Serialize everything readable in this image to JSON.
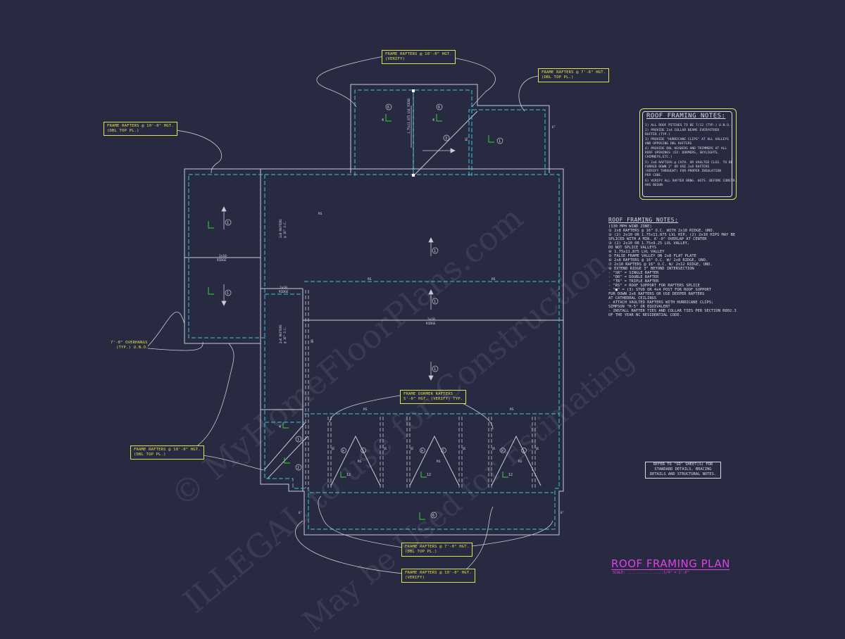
{
  "colors": {
    "background": "#272a40",
    "walls": "#c9ccd6",
    "dashed_cyan": "#3ec6d6",
    "callout_yellow": "#e2e24a",
    "title_magenta": "#e040e8",
    "green": "#33d633"
  },
  "callouts": {
    "c1": [
      "FRAME RAFTERS @ 10'-0\" HGT.",
      "(VERIFY)"
    ],
    "c2": [
      "FRAME RAFTERS @ 7'-6\" HGT.",
      "(DBL TOP PL.)"
    ],
    "c3": [
      "FRAME RAFTERS @ 10'-0\" HGT.",
      "(DBL TOP PL.)"
    ],
    "c4": [
      "7'-0\" OVERHANGS",
      "(TYP.) U.N.O."
    ],
    "c5": [
      "FRAME RAFTERS @ 10'-0\" HGT.",
      "(DBL TOP PL.)"
    ],
    "c6": [
      "FRAME DORMER RAFTERS",
      "5'-0\" HGT. (VERIFY) TYP."
    ],
    "c7": [
      "FRAME RAFTERS @ 7'-0\" HGT.",
      "(DBL TOP PL.)"
    ],
    "c8": [
      "FRAME RAFTERS @ 10'-0\" HGT.",
      "(VERIFY)"
    ]
  },
  "notes_panel": {
    "title": "ROOF FRAMING NOTES:",
    "items": [
      "1) ALL ROOF PITCHES TO BE  7/12 (TYP.) U.N.O.",
      "2) PROVIDE 2x4 COLLAR BEAMS EVERYOTHER",
      "   RAFTER (TYP.)",
      "3) PROVIDE \"HURRICANE CLIPS\" AT ALL VALLEYS",
      "   AND OPPOSING DBL RAFTERS",
      "4) PROVIDE DBL HEADERS AND TRIMMERS AT ALL",
      "   ROOF OPENINGS (EX: DORMERS, SKYLIGHTS,",
      "   CHIMNEYS,ETC.)",
      "5) 2x6 RAFTERS @ CATH. OR VAULTED CLGS. TO BE",
      "   FURRED DOWN 2\" OR USE 2x8 RAFTERS",
      "   (VERIFY THROUGHT) FOR PROPER INSULATION",
      "   PER CODE.",
      "6) VERIFY ALL RAFTER BRNG. HGTS. BEFORE CONSTR.",
      "   HAS BEGUN"
    ]
  },
  "general_notes": {
    "title": "ROOF FRAMING NOTES:",
    "items": [
      "   (130 MPH WIND ZONE)",
      "①  2x8 RAFTERS @ 16\" O.C. WITH 2x10 RIDGE, UNO.",
      "②  (2) 2x10 OR 1.75x11.875 LVL HIP, (2) 2x10 HIPS MAY BE",
      "     SPLICED WITH A MIN. 6'-0\" OVERLAP AT CENTER",
      "③  (2) 2x10 OR 1.75x9.25 LVL VALLEY,",
      "     DO NOT SPLICE VALLEYS",
      "④  1.75x11.875 LVL VALLEY",
      "⑤  FALSE FRAME VALLEY ON 2x8 FLAT PLATE",
      "⑥  2x8 RAFTERS @ 16\" O.C. W/ 2x8 RIDGE, UNO.",
      "⑦  2x10 RAFTERS @ 16\" O.C. W/ 2x12 RIDGE, UNO.",
      "⑧  EXTEND RIDGE 3\" BEYOND INTERSECTION",
      "  -  \"SR\" = SINGLE RAFTER",
      "  -  \"DR\" = DOUBLE RAFTER",
      "  -  \"TR\" = TRIPLE RAFTER",
      "  -  \"RS\" = ROOF SUPPORT FOR RAFTERS SPLICE",
      "  -  \"■\" = (3) STUD OR 4x4 POST FOR ROOF SUPPORT",
      "     FUR DOWN 2x6 RAFTERS OR USE DEEPER RAFTERS",
      "     AT CATHEDRAL CEILINGS",
      "  -  ATTACH VAULTED RAFTERS WITH HURRICANE CLIPS;",
      "     SIMPSON \"H-5\" OR EQUIVALENT",
      "  -  INSTALL RAFTER TIES AND COLLAR TIES PER SECTION R802.3",
      "     OF THE YEAR NC RESIDENTIAL CODE."
    ]
  },
  "refer_note": [
    "REFER TO \"SD\" SHEET(S) FOR",
    "STANDARD DETAILS, BRACING",
    "DETAILS AND STRUCTURAL NOTES."
  ],
  "plan_title": {
    "title": "ROOF FRAMING PLAN",
    "scale": "SCALE: .................1/4\" = 1'-0\""
  },
  "plan_labels": {
    "ridge_2x10": "2x10",
    "ridge": "RIDGE",
    "rafters_2x8": "2x8 RAFTERS",
    "oc_16": "@ 16\" O.C.",
    "lvl_ridge": "1.75x11.875 LVL RIDGE",
    "rs": "RS",
    "dr": "DR",
    "tr": "TR",
    "n1": "1",
    "n2": "2",
    "n3": "3",
    "n4": "4",
    "n5": "5",
    "n6": "6",
    "n7": "7",
    "n8": "8",
    "n9": "9",
    "n10": "10",
    "n12": "12",
    "n5b": "5",
    "n8b": "8",
    "n4b": "4",
    "n6b": "6",
    "n6c": "6",
    "n4c": "4",
    "ov": "6\""
  },
  "watermarks": [
    "© MyHomeFloorPlans.com",
    "ILLEGAL to use for Construction",
    "May be Used for Estimating"
  ]
}
